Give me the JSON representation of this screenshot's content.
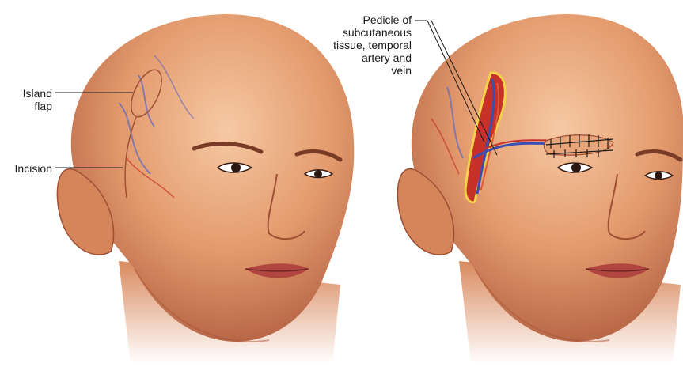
{
  "labels": {
    "island_flap": "Island\nflap",
    "incision": "Incision",
    "pedicle": "Pedicle of\nsubcutaneous\ntissue, temporal\nartery and\nvein"
  },
  "colors": {
    "skin_light": "#f2b48c",
    "skin_mid": "#d98a5e",
    "skin_dark": "#a4543a",
    "artery": "#c8302a",
    "vein": "#3b4fb0",
    "flap_border": "#f2d34a",
    "lip": "#b0463f",
    "suture": "#1a1a1a"
  },
  "icons": {
    "left_head": "head-illustration",
    "right_head": "head-illustration"
  }
}
